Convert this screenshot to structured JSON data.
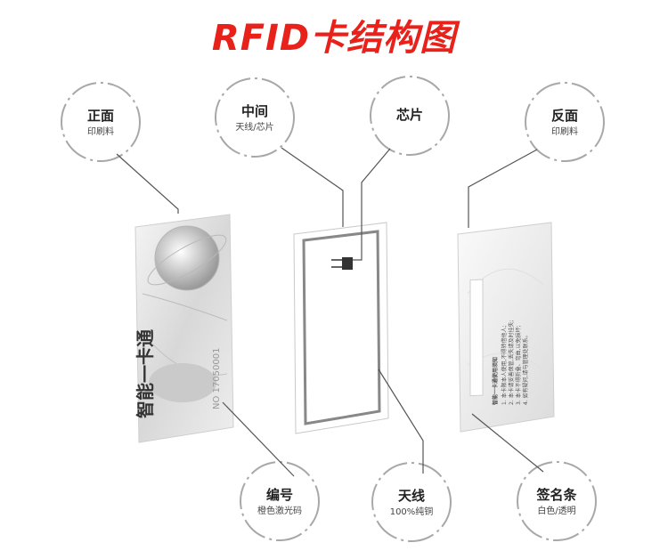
{
  "title": "RFID卡结构图",
  "labels": {
    "front": {
      "main": "正面",
      "sub": "印刷料"
    },
    "middle": {
      "main": "中间",
      "sub": "天线/芯片"
    },
    "chip": {
      "main": "芯片",
      "sub": ""
    },
    "back": {
      "main": "反面",
      "sub": "印刷料"
    },
    "number": {
      "main": "编号",
      "sub": "橙色激光码"
    },
    "antenna": {
      "main": "天线",
      "sub": "100%纯铜"
    },
    "signature": {
      "main": "签名条",
      "sub": "白色/透明"
    }
  },
  "card": {
    "front_text": "智能一卡通",
    "serial": "NO 17050001",
    "back_title": "智能一卡通使用须知",
    "back_lines": [
      "1. 本卡限本人使用,不得转借他人;",
      "2. 本卡请妥善保管,丢失请及时挂失;",
      "3. 本卡不得折叠、弯曲,以免损坏;",
      "4. 如有疑问,请与管理处联系。"
    ]
  },
  "colors": {
    "title": "#e8211b",
    "circle": "#a0a0a0",
    "line": "#555555"
  }
}
